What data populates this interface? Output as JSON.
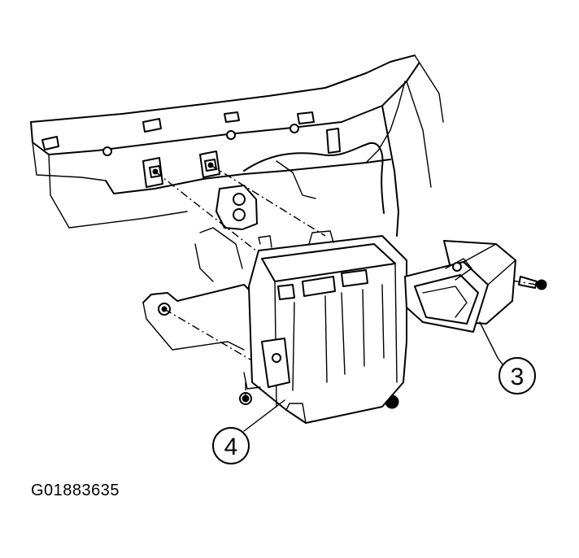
{
  "figure_code": "G01883635",
  "callouts": [
    {
      "id": "3",
      "label": "3"
    },
    {
      "id": "4",
      "label": "4"
    }
  ],
  "parts": {
    "dash_panel": "dash-panel",
    "heater_unit": "heater-unit",
    "air_duct": "air-duct"
  }
}
